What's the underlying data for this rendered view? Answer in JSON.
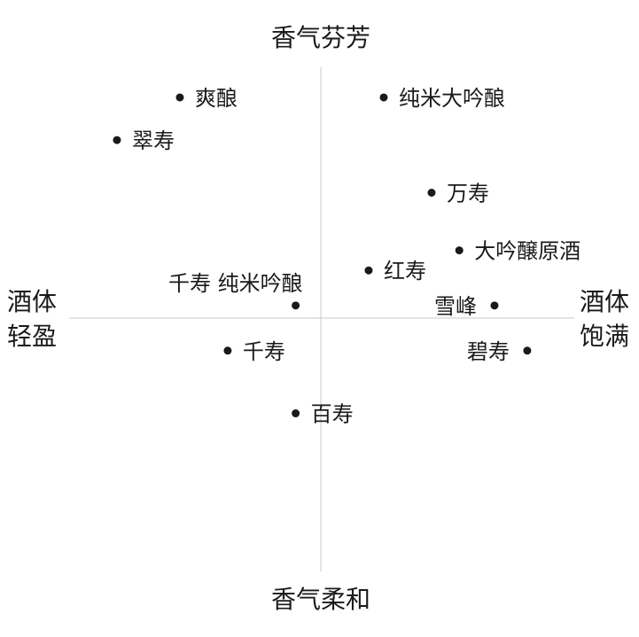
{
  "chart_data": {
    "type": "scatter",
    "title": "",
    "axes": {
      "top": "香气芬芳",
      "bottom": "香气柔和",
      "left": [
        "酒体",
        "轻盈"
      ],
      "right": [
        "酒体",
        "饱满"
      ]
    },
    "xlim": [
      -1,
      1
    ],
    "ylim": [
      -1,
      1
    ],
    "grid": false,
    "legend": "none",
    "colors": {
      "points": "#1a1a1a",
      "axes": "#c8c8c8",
      "text": "#1a1a1a"
    },
    "points": [
      {
        "label": "爽酿",
        "x": -0.56,
        "y": 0.88,
        "label_side": "right"
      },
      {
        "label": "纯米大吟酿",
        "x": 0.25,
        "y": 0.88,
        "label_side": "right"
      },
      {
        "label": "翠寿",
        "x": -0.81,
        "y": 0.71,
        "label_side": "right"
      },
      {
        "label": "万寿",
        "x": 0.44,
        "y": 0.5,
        "label_side": "right"
      },
      {
        "label": "大吟醸原酒",
        "x": 0.55,
        "y": 0.27,
        "label_side": "right"
      },
      {
        "label": "红寿",
        "x": 0.19,
        "y": 0.19,
        "label_side": "right"
      },
      {
        "label": "千寿 纯米吟酿",
        "x": -0.1,
        "y": 0.05,
        "label_side": "above-left"
      },
      {
        "label": "雪峰",
        "x": 0.69,
        "y": 0.05,
        "label_side": "left"
      },
      {
        "label": "千寿",
        "x": -0.37,
        "y": -0.13,
        "label_side": "right"
      },
      {
        "label": "碧寿",
        "x": 0.82,
        "y": -0.13,
        "label_side": "left"
      },
      {
        "label": "百寿",
        "x": -0.1,
        "y": -0.38,
        "label_side": "right"
      }
    ]
  }
}
